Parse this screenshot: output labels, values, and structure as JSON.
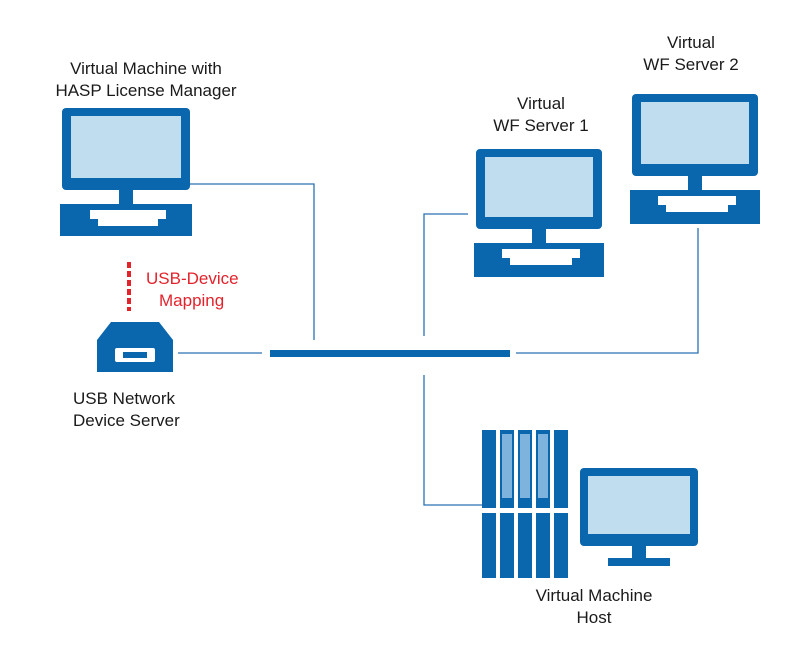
{
  "colors": {
    "device_blue": "#0a66ad",
    "screen_light": "#c0dcef",
    "line_blue": "#2a72b5",
    "mapping_red": "#e3232c",
    "rack_light": "#7db3dc"
  },
  "nodes": {
    "vm_license": {
      "line1": "Virtual Machine with",
      "line2": "HASP License Manager",
      "icon": "desktop-computer-icon"
    },
    "usb_server": {
      "line1": "USB Network",
      "line2": "Device Server",
      "icon": "usb-device-server-icon"
    },
    "mapping": {
      "line1": "USB-Device",
      "line2": "Mapping"
    },
    "wf1": {
      "line1": "Virtual",
      "line2": "WF Server 1",
      "icon": "desktop-computer-icon"
    },
    "wf2": {
      "line1": "Virtual",
      "line2": "WF Server 2",
      "icon": "desktop-computer-icon"
    },
    "host": {
      "line1": "Virtual Machine",
      "line2": "Host",
      "icon": "server-rack-with-monitor-icon"
    }
  }
}
